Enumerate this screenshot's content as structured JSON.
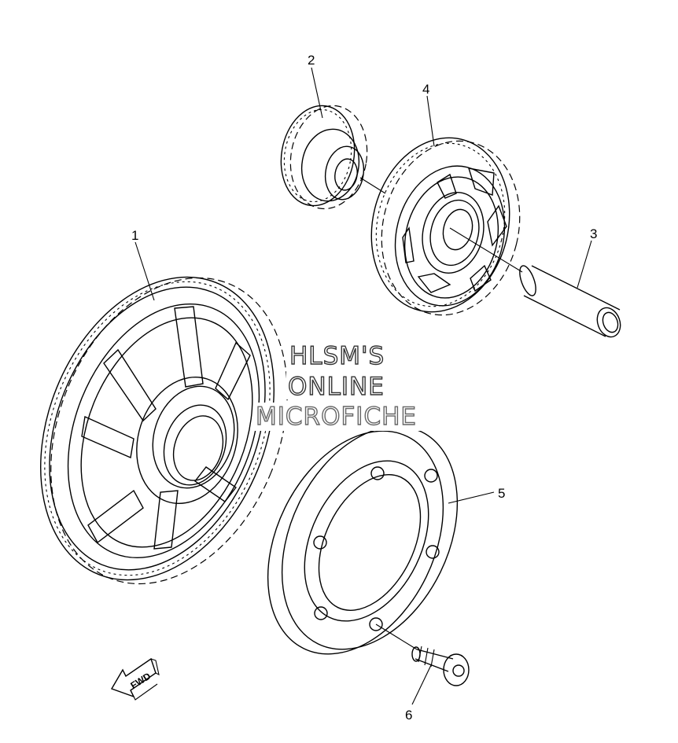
{
  "callouts": [
    "1",
    "2",
    "3",
    "4",
    "5",
    "6"
  ],
  "watermark": {
    "line1": "HLSM'S",
    "line2": "ONLINE",
    "line3": "MICROFICHE"
  },
  "direction_label": "FWD"
}
